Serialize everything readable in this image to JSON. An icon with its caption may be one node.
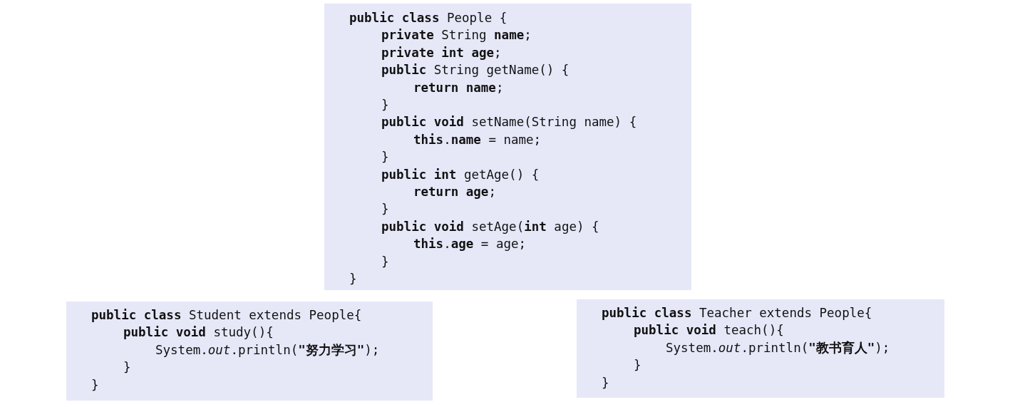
{
  "diagram": {
    "nodes": [
      {
        "text": [
          "**public class** People {",
          "**private** String **name**;",
          "**private int** **age**;",
          "**public** String getName() {",
          "**return** **name**;",
          "}",
          "**public void** setName(String name) {",
          "**this**.**name** = name;",
          "}",
          "**public int** getAge() {",
          "**return** **age**;",
          "}",
          "**public void** setAge(**int** age) {",
          "**this**.**age** = age;",
          "}",
          "}"
        ]
      },
      {
        "text": [
          "**public class** Student extends People{",
          "**public void** study(){",
          "System.*out*.println(**\"努力学习\"**);",
          "}",
          "}"
        ]
      },
      {
        "text": [
          "**public class** Teacher extends People{",
          "**public void** teach(){",
          "System.*out*.println(**\"教书育人\"**);",
          "}",
          "}"
        ]
      }
    ]
  }
}
